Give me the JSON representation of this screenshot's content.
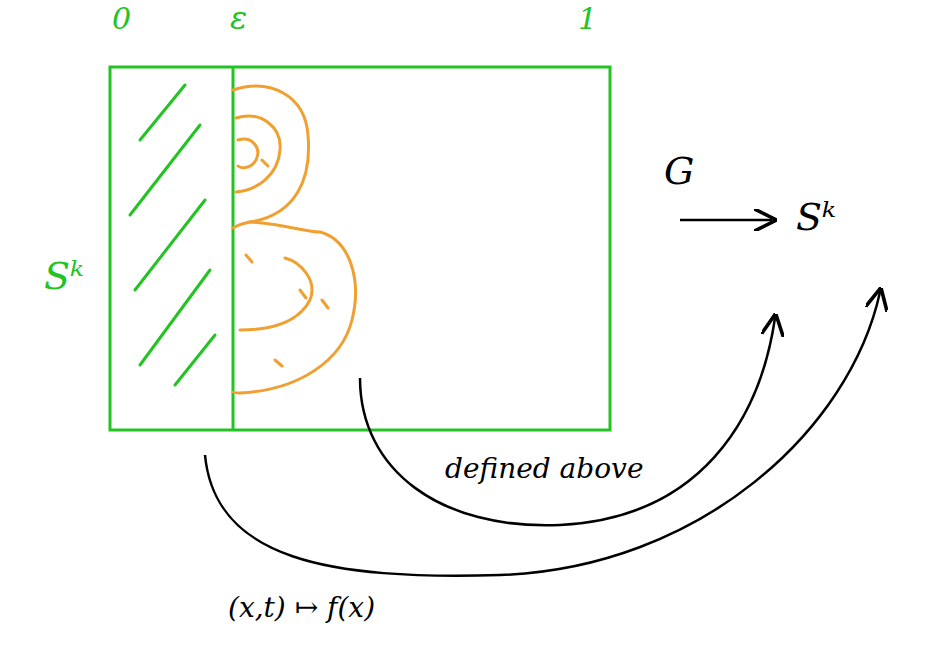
{
  "diagram": {
    "labels": [
      "0",
      "ε",
      "1",
      "Sᵏ",
      "G",
      "Sᵏ",
      "defined above",
      "(x,t) ↦ f(x)"
    ]
  }
}
